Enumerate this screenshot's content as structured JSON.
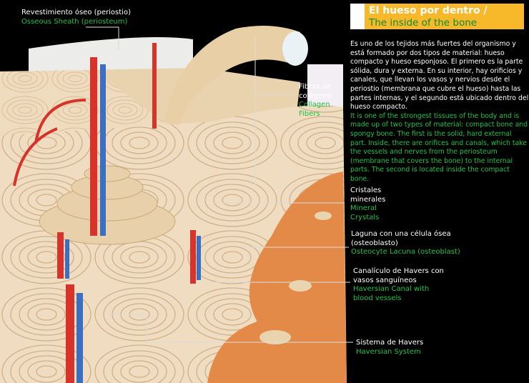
{
  "title": {
    "es": "El hueso por dentro /",
    "en": "The inside of the bone"
  },
  "intro": {
    "es": "Es uno de los tejidos más fuertes del organismo y está formado por dos tipos de material: hueso compacto y hueso esponjoso. El primero es la parte sólida, dura y externa. En su interior, hay orificios y canales, que llevan los vasos y nervios desde el periostio (membrana que cubre el hueso) hasta las partes internas, y el segundo está ubicado dentro del hueso compacto.",
    "en": "It is one of the strongest tissues of the body and is made up of two types of material: compact bone and spongy bone. The first is the solid, hard external part. Inside, there are orifices and canals, which take the vessels and nerves from the periosteum (membrane that covers the bone) to the internal parts. The second is located inside the compact bone."
  },
  "labels": {
    "periosteum": {
      "es": "Revestimiento óseo (periostio)",
      "en": "Osseous Sheath (periosteum)"
    },
    "collagen": {
      "es1": "Fibras de",
      "es2": "colágeno",
      "en1": "Collagen",
      "en2": "Fibers"
    },
    "crystals": {
      "es1": "Cristales",
      "es2": "minerales",
      "en1": "Mineral",
      "en2": "Crystals"
    },
    "lacuna": {
      "es1": "Laguna con una célula ósea",
      "es2": "(osteoblasto)",
      "en": "Osteocyte Lacuna (osteoblast)"
    },
    "canal": {
      "es1": "Canalículo de Havers con",
      "es2": "vasos sanguíneos",
      "en1": "Haversian Canal with",
      "en2": "blood vessels"
    },
    "system": {
      "es": "Sistema de Havers",
      "en": "Haversian System"
    }
  },
  "colors": {
    "accent": "#f7b82a",
    "english": "#1fc24a",
    "bone": "#eed8b8",
    "spongy": "#e48a48",
    "artery": "#d8332a",
    "vein": "#3b6fc2"
  }
}
